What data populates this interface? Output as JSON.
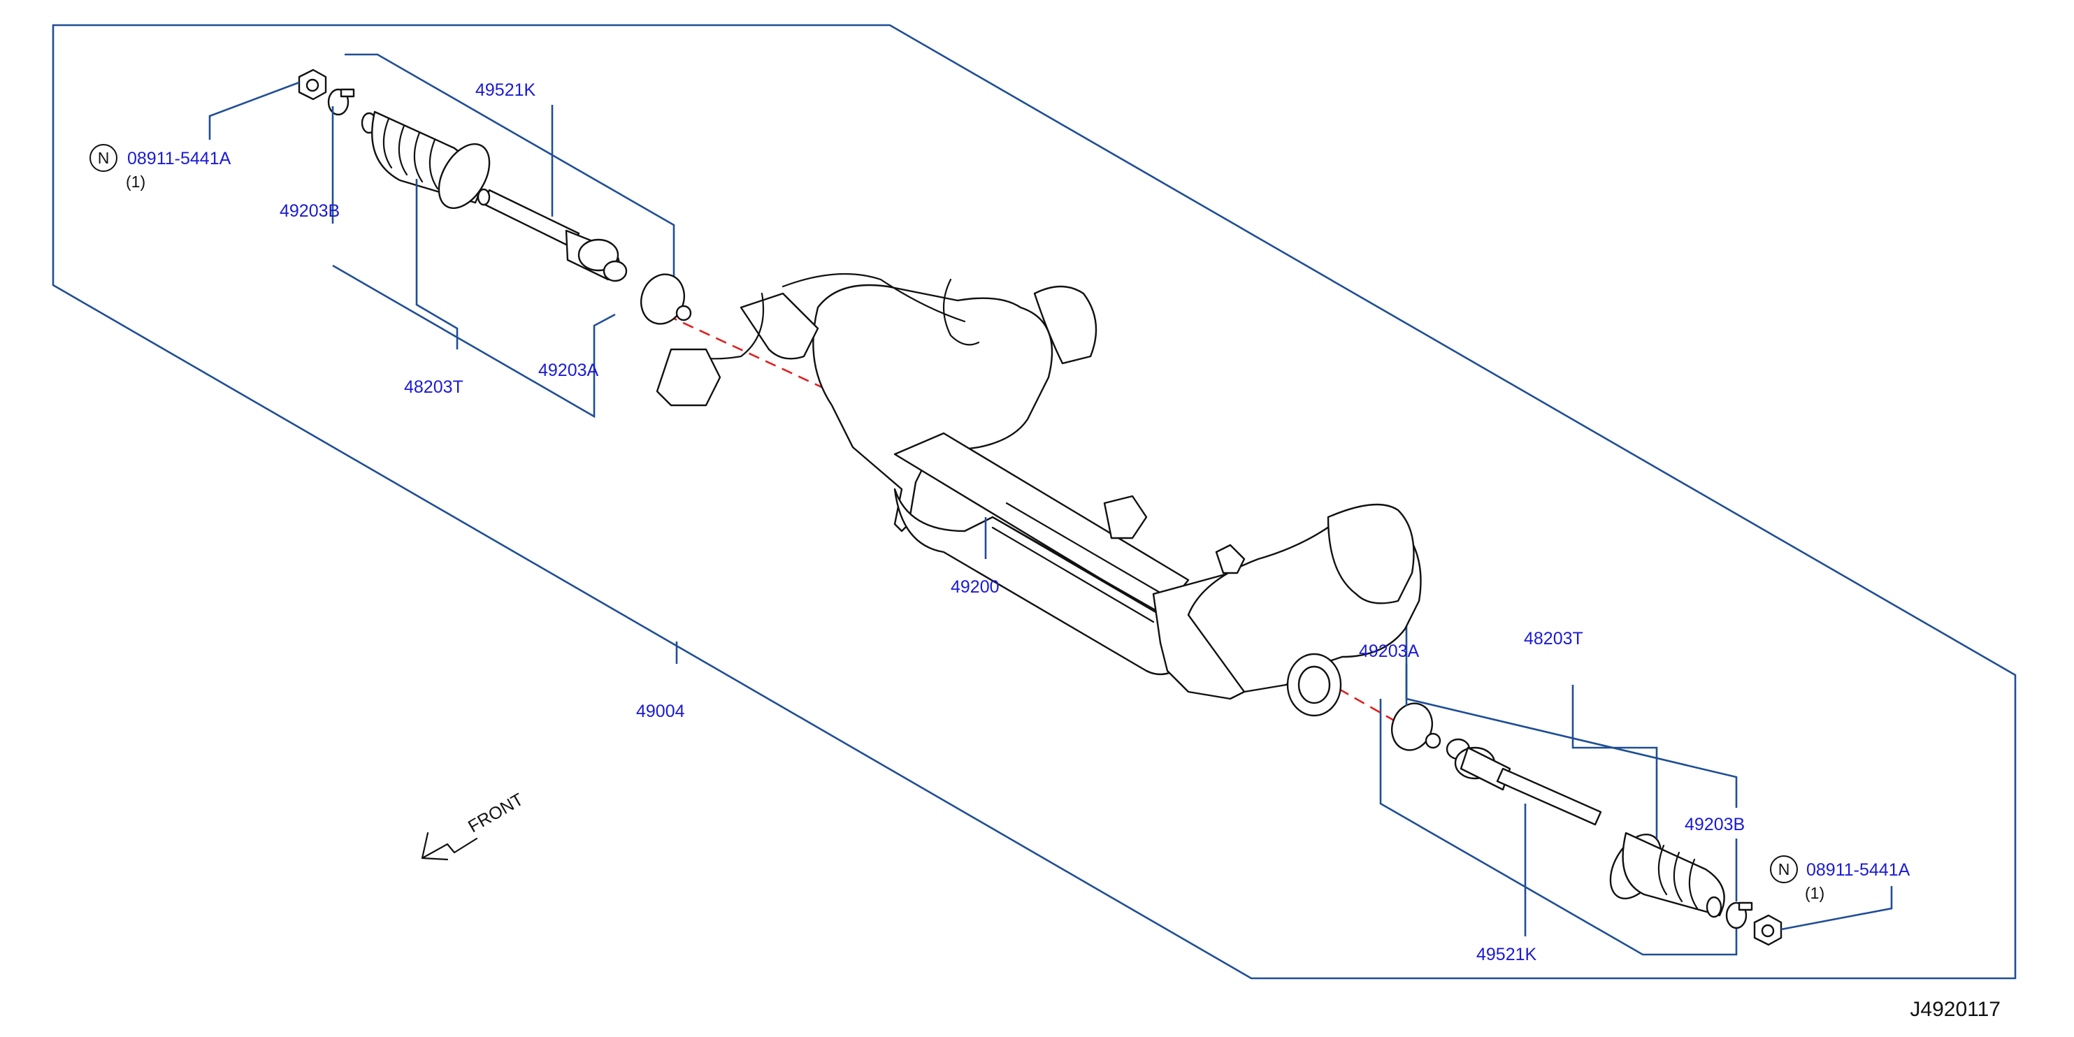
{
  "labels": {
    "tl_nut": "08911-5441A",
    "tl_nut_qty": "(1)",
    "tl_boot_clamp": "49203B",
    "tl_tie_rod": "49521K",
    "tl_boot_kit": "48203T",
    "tl_oring": "49203A",
    "gear_body": "49200",
    "assembly": "49004",
    "br_boot_kit": "48203T",
    "br_oring": "49203A",
    "br_boot_clamp": "49203B",
    "br_nut": "08911-5441A",
    "br_nut_qty": "(1)",
    "br_tie_rod": "49521K"
  },
  "symbols": {
    "nut_symbol": "N"
  },
  "front_label": "FRONT",
  "drawing_ref": "J4920117",
  "colors": {
    "frame": "#1f4e96",
    "label": "#1a1ad6",
    "centerline": "#e0201e",
    "line": "#111111"
  }
}
